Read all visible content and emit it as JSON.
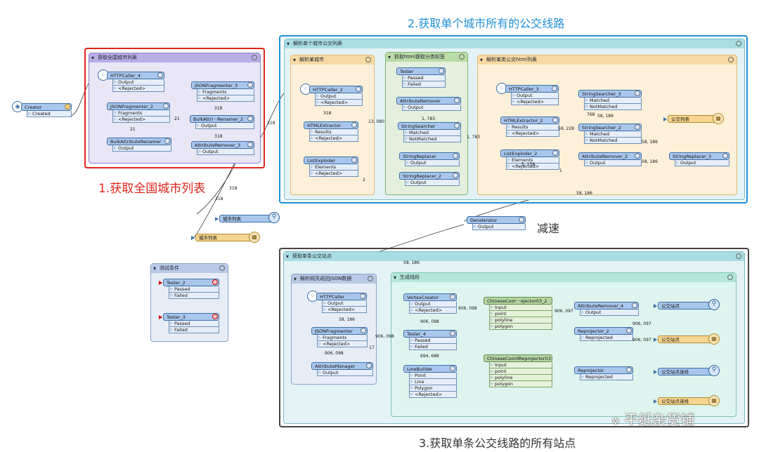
{
  "notes": {
    "n1": "1.获取全国城市列表",
    "n2": "2.获取单个城市所有的公交线路",
    "n3": "3.获取单条公交线路的所有站点",
    "slow": "减速",
    "watermark": "平纸杂货铺"
  },
  "groups": {
    "city_list": "获取全国城市列表",
    "city_lines": "解析单个城市公交列表",
    "parse_city": "解析某城市",
    "html_fetch": "抓取html提取分类标签",
    "line_html": "解析某类公交html列表",
    "stations": "获取单条公交站点",
    "parse_json": "解析网页返回JSON数据",
    "gen_geom": "生成线段",
    "test": "测试条件"
  },
  "nodes": {
    "creator": {
      "name": "Creator",
      "ports": [
        "Created"
      ]
    },
    "http4": {
      "name": "HTTPCaller_4",
      "ports": [
        "Output",
        "<Rejected>"
      ]
    },
    "jsonf2": {
      "name": "JSONFragmenter_2",
      "ports": [
        "Fragments",
        "<Rejected>"
      ]
    },
    "bulkattr": {
      "name": "BulkAttributeRenamer",
      "ports": [
        "Output"
      ]
    },
    "jsonf3": {
      "name": "JSONFragmenter_3",
      "ports": [
        "Fragments",
        "<Rejected>"
      ]
    },
    "bulkattr2": {
      "name": "BulkAttri···Renamer_2",
      "ports": [
        "Output"
      ]
    },
    "attrrem3": {
      "name": "AttributeRemover_3",
      "ports": [
        "Output"
      ]
    },
    "http2": {
      "name": "HTTPCaller_2",
      "ports": [
        "Output",
        "<Rejected>"
      ]
    },
    "htmlext": {
      "name": "HTMLExtractor",
      "ports": [
        "Results",
        "<Rejected>"
      ]
    },
    "listexp": {
      "name": "ListExploder",
      "ports": [
        "Elements",
        "<Rejected>"
      ]
    },
    "tester": {
      "name": "Tester",
      "ports": [
        "Passed",
        "Failed"
      ]
    },
    "attrrem": {
      "name": "AttributeRemover",
      "ports": [
        "Output"
      ]
    },
    "strsearch": {
      "name": "StringSearcher",
      "ports": [
        "Matched",
        "NotMatched"
      ]
    },
    "strrep": {
      "name": "StringReplacer",
      "ports": [
        "Output"
      ]
    },
    "strrep2": {
      "name": "StringReplacer_2",
      "ports": [
        "Output"
      ]
    },
    "http3": {
      "name": "HTTPCaller_3",
      "ports": [
        "Output",
        "<Rejected>"
      ]
    },
    "htmlext2": {
      "name": "HTMLExtractor_2",
      "ports": [
        "Results",
        "<Rejected>"
      ]
    },
    "listexp2": {
      "name": "ListExploder_2",
      "ports": [
        "Elements",
        "<Rejected>"
      ]
    },
    "strsearch3": {
      "name": "StringSearcher_3",
      "ports": [
        "Matched",
        "NotMatched"
      ]
    },
    "strsearch2": {
      "name": "StringSearcher_2",
      "ports": [
        "Matched",
        "NotMatched"
      ]
    },
    "attrrem2": {
      "name": "AttributeRemover_2",
      "ports": [
        "Output"
      ]
    },
    "strrep3": {
      "name": "StringReplacer_3",
      "ports": [
        "Output"
      ]
    },
    "gjlb": {
      "name": "公交列表"
    },
    "cslb1": {
      "name": "城市列表"
    },
    "cslb2": {
      "name": "城市列表"
    },
    "decel": {
      "name": "Decelerator",
      "ports": [
        "Output"
      ]
    },
    "tester2": {
      "name": "Tester_2",
      "ports": [
        "Passed",
        "Failed"
      ]
    },
    "tester3": {
      "name": "Tester_3",
      "ports": [
        "Passed",
        "Failed"
      ]
    },
    "httpc": {
      "name": "HTTPCaller",
      "ports": [
        "Output",
        "<Rejected>"
      ]
    },
    "jsonf": {
      "name": "JSONFragmenter",
      "ports": [
        "Fragments",
        "<Rejected>"
      ]
    },
    "attrmgr": {
      "name": "AttributeManager",
      "ports": [
        "Output"
      ]
    },
    "vertex": {
      "name": "VertexCreator",
      "ports": [
        "Output",
        "<Rejected>"
      ]
    },
    "tester4": {
      "name": "Tester_4",
      "ports": [
        "Passed",
        "Failed"
      ]
    },
    "linebuild": {
      "name": "LineBuilder",
      "ports": [
        "Point",
        "Line",
        "Polygon",
        "<Rejected>"
      ]
    },
    "ccr2": {
      "name": "ChineseCoor···ojector03_2",
      "ports": [
        "Input",
        "point",
        "polyline",
        "polygon"
      ]
    },
    "ccr": {
      "name": "ChineseCoordReprojector03",
      "ports": [
        "Input",
        "point",
        "polyline",
        "polygon"
      ]
    },
    "attrrem4": {
      "name": "AttributeRemover_4",
      "ports": [
        "Output"
      ]
    },
    "reproj2": {
      "name": "Reprojector_2",
      "ports": [
        "Reprojected"
      ]
    },
    "reproj": {
      "name": "Reprojector",
      "ports": [
        "Reprojected"
      ]
    },
    "gjzd1": {
      "name": "公交站点"
    },
    "gjzd2": {
      "name": "公交站点"
    },
    "gjzdlx1": {
      "name": "公交站点连线"
    },
    "gjzdlx2": {
      "name": "公交站点连线"
    }
  },
  "counts": {
    "c_21a": "21",
    "c_21b": "21",
    "c_318a": "318",
    "c_318b": "318",
    "c_318c": "318",
    "c_318d": "318",
    "c_318e": "318",
    "c_318f": "318",
    "c_2": "2",
    "c_13080": "13, 080",
    "c_1783a": "1, 783",
    "c_1783b": "1, 783",
    "c_58228": "58, 228",
    "c_58186a": "58, 186",
    "c_58186b": "58, 186",
    "c_58186c": "58, 186",
    "c_58186d": "58, 186",
    "c_58186e": "58, 186",
    "c_58186f": "58, 186",
    "c_1": "1",
    "c_17": "17",
    "c_906098a": "906, 098",
    "c_906098b": "906, 098",
    "c_906098c": "906, 098",
    "c_906098d": "906, 098",
    "c_906097a": "906, 097",
    "c_906097b": "906, 097",
    "c_906097c": "906, 097",
    "c_694688": "694, 688",
    "c_768": "768",
    "c_558": "5, 158"
  }
}
